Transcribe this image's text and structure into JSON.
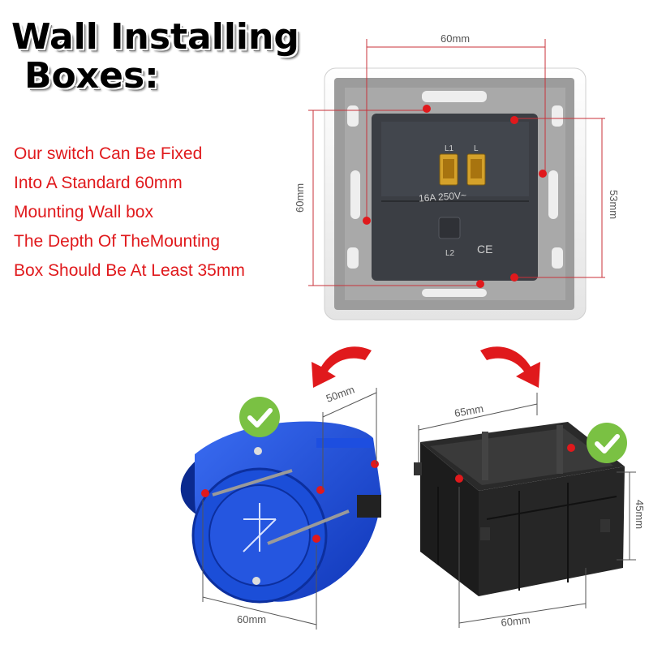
{
  "title": {
    "line1": "Wall Installing",
    "line2": "Boxes:"
  },
  "description": [
    "Our switch Can Be Fixed",
    "Into A Standard 60mm",
    "Mounting Wall box",
    "The Depth Of TheMounting",
    "Box Should Be At Least 35mm"
  ],
  "switch_labels": {
    "rating": "16A 250V~",
    "terminal_l1": "L1",
    "terminal_l": "L",
    "terminal_l2": "L2",
    "mark": "CE"
  },
  "dimensions": {
    "switch_width": "60mm",
    "switch_height": "60mm",
    "switch_inner": "53mm",
    "round_depth": "50mm",
    "round_diameter": "60mm",
    "square_width": "65mm",
    "square_depth": "60mm",
    "square_height": "45mm"
  },
  "colors": {
    "accent_red": "#e0191c",
    "check_green": "#7ac143",
    "round_box_blue": "#1646d6"
  },
  "icons": [
    "red-arrow-icon",
    "checkmark-icon"
  ]
}
